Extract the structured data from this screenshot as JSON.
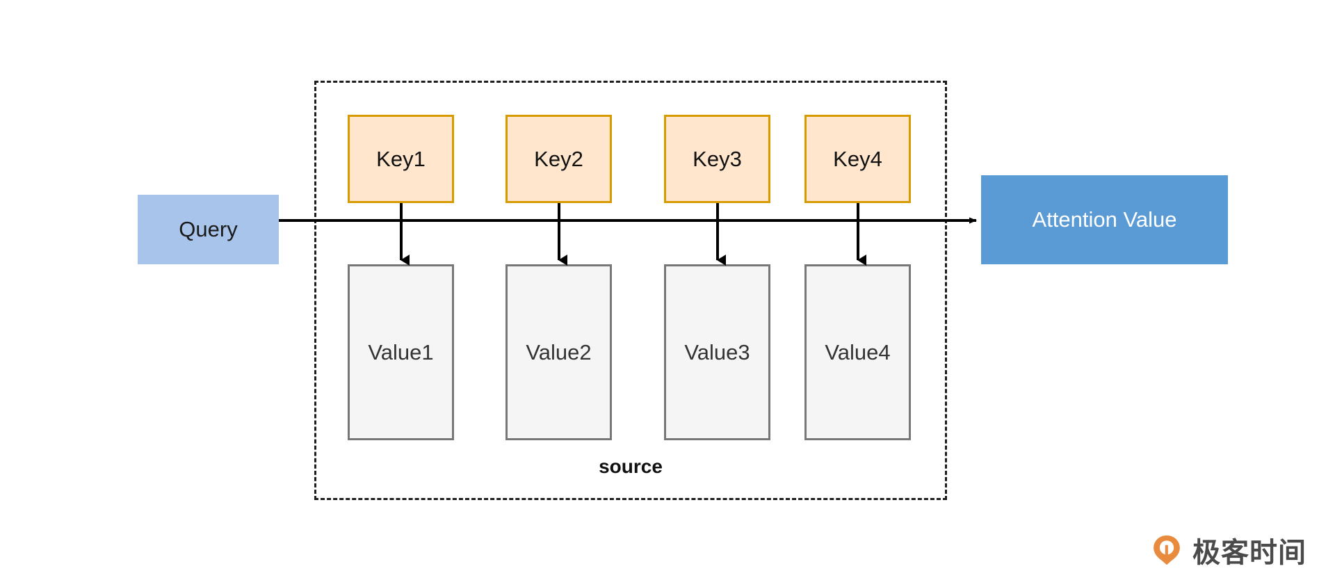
{
  "diagram": {
    "title": "Attention mechanism Query-Key-Value diagram",
    "query": {
      "label": "Query"
    },
    "source": {
      "label": "source",
      "keys": [
        {
          "label": "Key1"
        },
        {
          "label": "Key2"
        },
        {
          "label": "Key3"
        },
        {
          "label": "Key4"
        }
      ],
      "values": [
        {
          "label": "Value1"
        },
        {
          "label": "Value2"
        },
        {
          "label": "Value3"
        },
        {
          "label": "Value4"
        }
      ]
    },
    "output": {
      "label": "Attention Value"
    },
    "colors": {
      "query_fill": "#A9C4EA",
      "key_fill": "#FFE6CC",
      "key_border": "#D79B00",
      "value_fill": "#F5F5F5",
      "value_border": "#777777",
      "output_fill": "#5B9BD5",
      "output_text": "#FFFFFF",
      "arrow": "#000000",
      "source_border": "#1D1D1D",
      "watermark_mark": "#E98B3F",
      "watermark_text": "#4A4A4A"
    }
  },
  "watermark": {
    "text": "极客时间",
    "mark_icon": "geektime-pin-logo-icon"
  }
}
